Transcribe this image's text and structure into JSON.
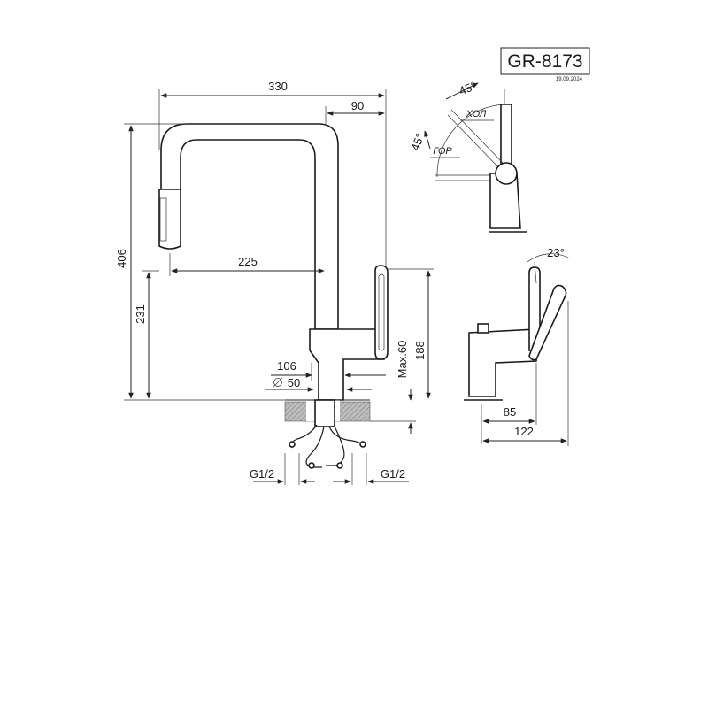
{
  "title_block": {
    "model": "GR-8173",
    "date": "19.09.2024"
  },
  "dimensions": {
    "overall_width": "330",
    "spout_offset": "90",
    "overall_height": "406",
    "spout_height": "231",
    "spout_reach": "225",
    "body_height": "188",
    "max_countertop": "Max.60",
    "body_depth": "106",
    "hole_diameter": "50",
    "inlet_left": "G1/2",
    "inlet_right": "G1/2",
    "side_depth": "85",
    "side_total": "122"
  },
  "angles": {
    "lever_cold": "45°",
    "lever_hot": "45°",
    "lever_tilt": "23°"
  },
  "labels": {
    "cold": "ХОЛ",
    "hot": "ГОР"
  }
}
